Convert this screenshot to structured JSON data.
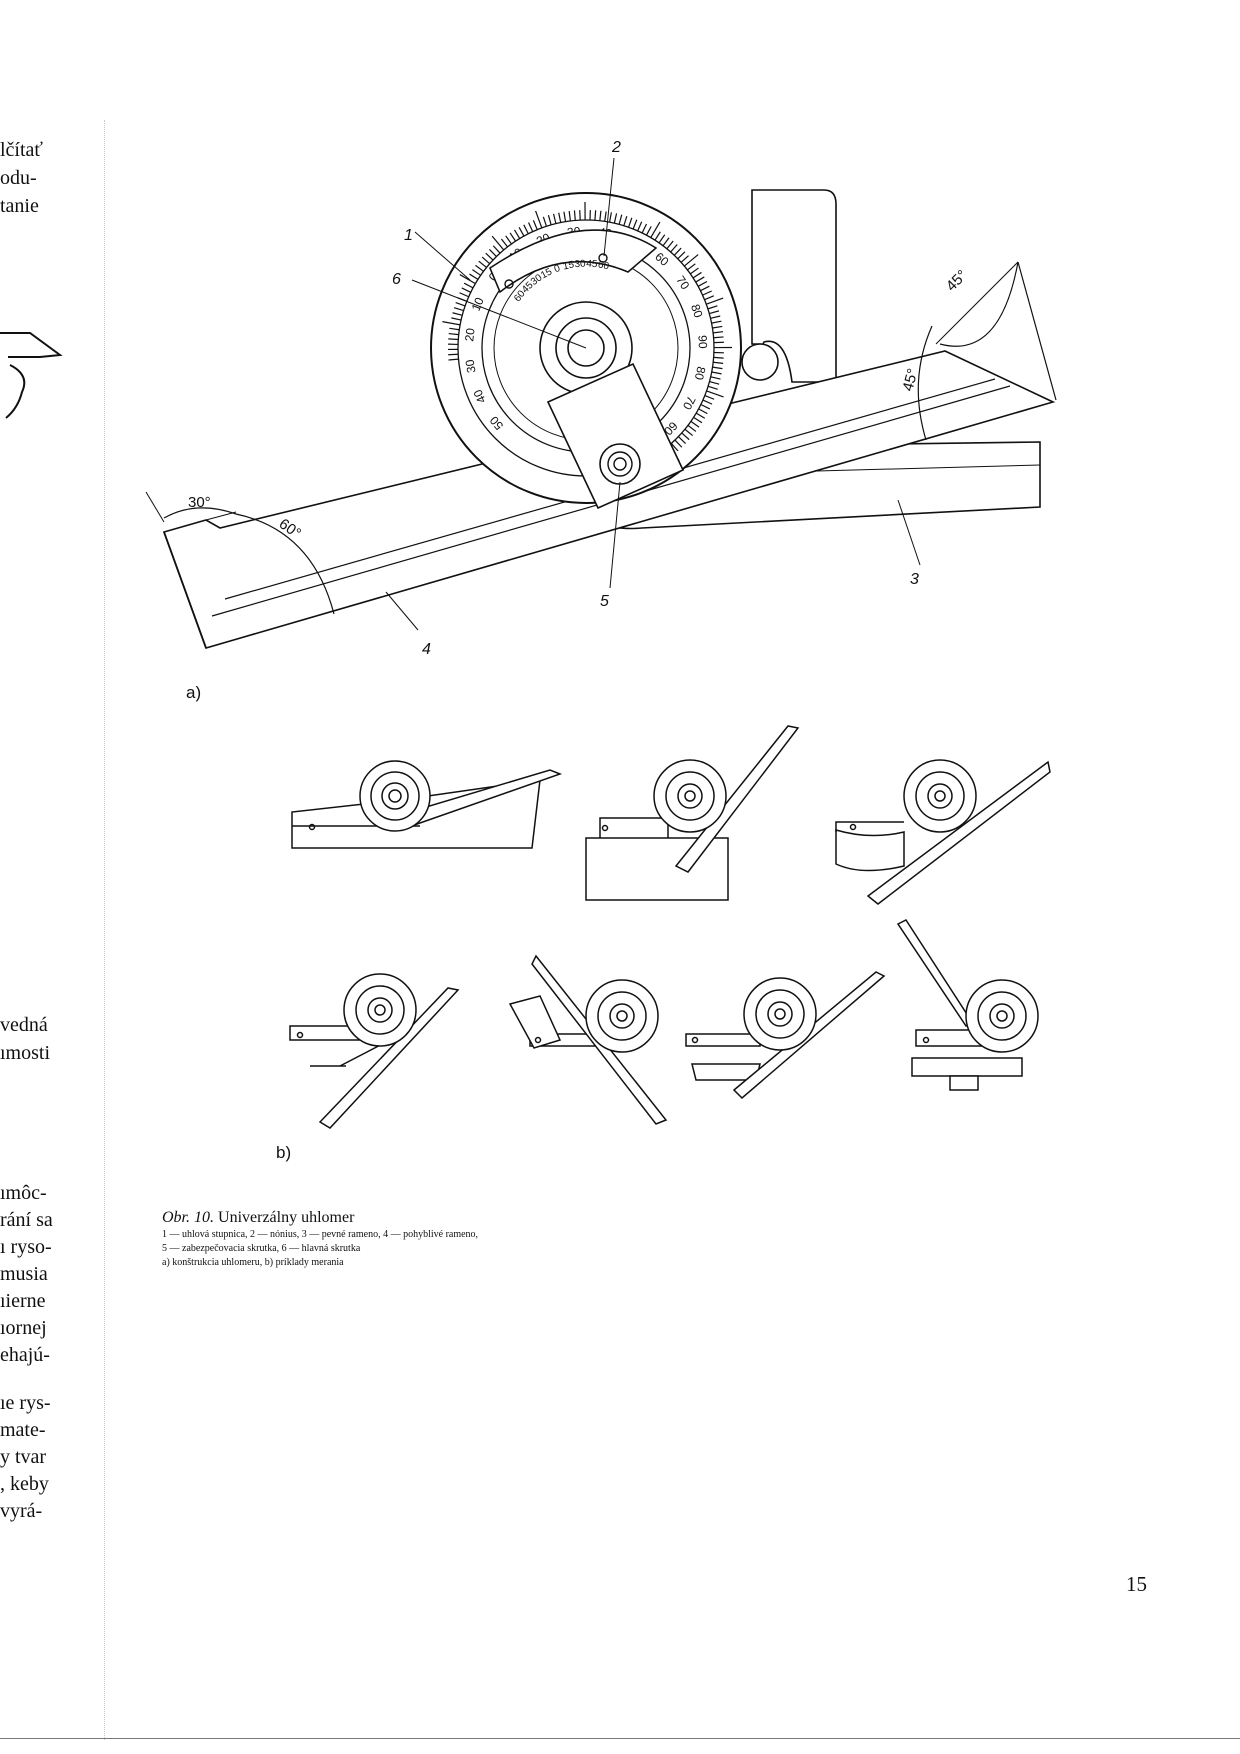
{
  "left_column_fragments": [
    "lčítať",
    "odu-",
    "tanie",
    "vedná",
    "ımosti",
    "ımôc-",
    "rání sa",
    "ı ryso-",
    "musia",
    "ıierne",
    "ıornej",
    "ehajú-",
    "ıe rys-",
    "mate-",
    "y  tvar",
    ", keby",
    "vyrá-"
  ],
  "figure": {
    "part_a_label": "a)",
    "part_b_label": "b)",
    "callouts": [
      "1",
      "2",
      "3",
      "4",
      "5",
      "6"
    ],
    "angles": {
      "left_outer": "30°",
      "left_inner": "60°",
      "right_outer": "45°",
      "right_inner": "45°"
    },
    "scale_numbers": [
      "50",
      "40",
      "30",
      "20",
      "10",
      "0",
      "10",
      "20",
      "30",
      "40",
      "50",
      "60",
      "70",
      "80",
      "90",
      "80",
      "70",
      "60",
      "50"
    ],
    "vernier_numbers": [
      "60",
      "45",
      "30",
      "15",
      "0",
      "15",
      "30",
      "45",
      "60"
    ]
  },
  "caption": {
    "figure_label": "Obr. 10.",
    "title": "Univerzálny uhlomer",
    "line1": "1 — uhlová stupnica, 2 — nónius, 3 — pevné rameno, 4 — pohyblivé rameno,",
    "line2": "5 — zabezpečovacia skrutka, 6 — hlavná skrutka",
    "line3": "a) konštrukcia uhlomeru, b) príklady merania"
  },
  "page_number": "15"
}
